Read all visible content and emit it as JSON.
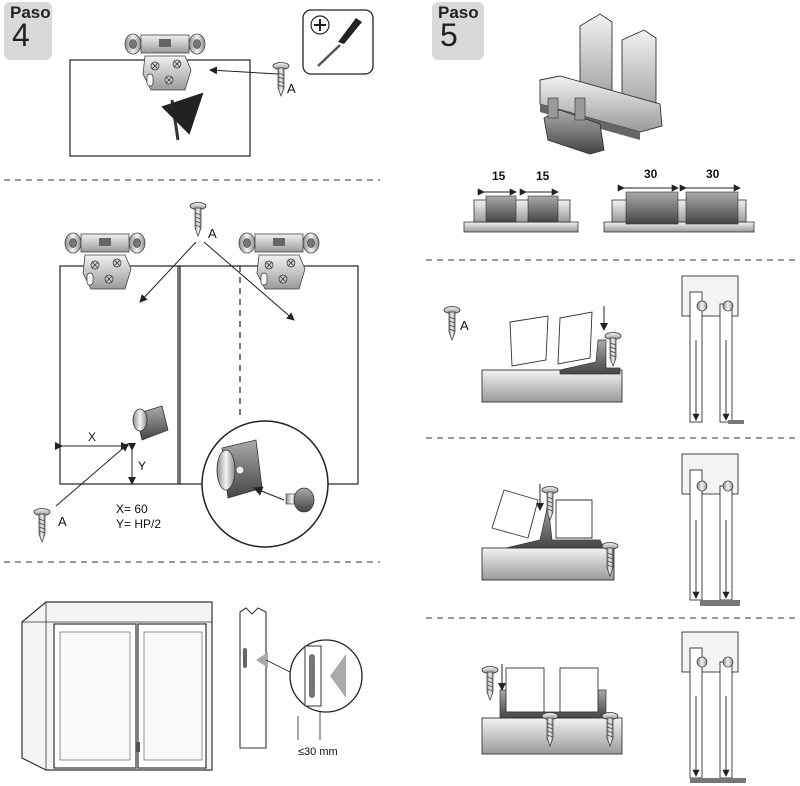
{
  "steps": [
    {
      "label": "Paso",
      "number": "4"
    },
    {
      "label": "Paso",
      "number": "5"
    }
  ],
  "labels": {
    "screw": "A",
    "x_dim": "X",
    "y_dim": "Y",
    "x_value": "X= 60",
    "y_value": "Y= HP/2",
    "clearance": "≤30 mm"
  },
  "dimensions": {
    "d15": "15",
    "d30": "30"
  },
  "icons": [
    "screwdriver-icon",
    "screw-icon",
    "roller-carriage-icon",
    "guide-block-icon",
    "track-profile-icon",
    "wardrobe-icon"
  ]
}
